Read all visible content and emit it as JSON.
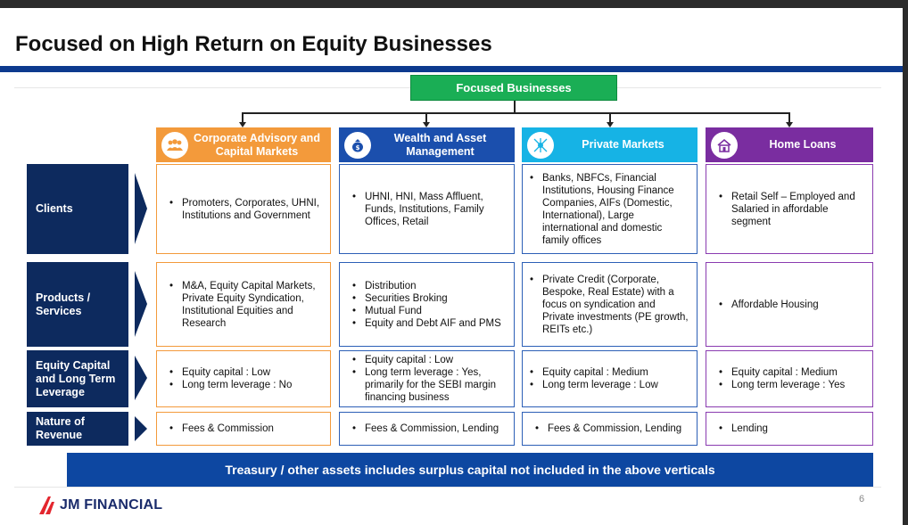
{
  "title": "Focused on High Return on Equity Businesses",
  "focused_label": "Focused Businesses",
  "columns": [
    {
      "label": "Corporate Advisory and Capital Markets",
      "color": "#f39a3b",
      "icon": "people-group-icon"
    },
    {
      "label": "Wealth and Asset Management",
      "color": "#1b4fad",
      "icon": "money-bag-icon"
    },
    {
      "label": "Private Markets",
      "color": "#16b3e5",
      "icon": "network-icon"
    },
    {
      "label": "Home Loans",
      "color": "#7a2da0",
      "icon": "house-icon"
    }
  ],
  "rows": [
    {
      "label": "Clients"
    },
    {
      "label": "Products / Services"
    },
    {
      "label": "Equity Capital and Long Term Leverage"
    },
    {
      "label": "Nature of Revenue"
    }
  ],
  "cells": {
    "clients": [
      [
        "Promoters, Corporates, UHNI, Institutions and Government"
      ],
      [
        "UHNI, HNI, Mass Affluent, Funds, Institutions, Family Offices, Retail"
      ],
      [
        "Banks, NBFCs, Financial Institutions, Housing Finance Companies, AIFs (Domestic, International), Large international and domestic family offices"
      ],
      [
        "Retail Self – Employed and Salaried  in affordable segment"
      ]
    ],
    "products": [
      [
        "M&A, Equity Capital Markets, Private Equity Syndication, Institutional Equities and Research"
      ],
      [
        "Distribution",
        "Securities Broking",
        "Mutual Fund",
        "Equity and Debt AIF and PMS"
      ],
      [
        "Private Credit (Corporate, Bespoke, Real Estate) with a focus on syndication and Private investments (PE growth, REITs etc.)"
      ],
      [
        "Affordable Housing"
      ]
    ],
    "equity": [
      [
        "Equity capital : Low",
        "Long term leverage : No"
      ],
      [
        "Equity capital : Low",
        "Long term leverage : Yes, primarily for the SEBI margin financing business"
      ],
      [
        "Equity capital : Medium",
        "Long term leverage : Low"
      ],
      [
        "Equity capital : Medium",
        "Long term leverage : Yes"
      ]
    ],
    "revenue": [
      [
        "Fees & Commission"
      ],
      [
        "Fees & Commission, Lending"
      ],
      [
        "Fees & Commission, Lending"
      ],
      [
        "Lending"
      ]
    ]
  },
  "treasury": "Treasury / other assets includes surplus capital not included in the above verticals",
  "logo_text": "JM FINANCIAL",
  "page_number": "6"
}
